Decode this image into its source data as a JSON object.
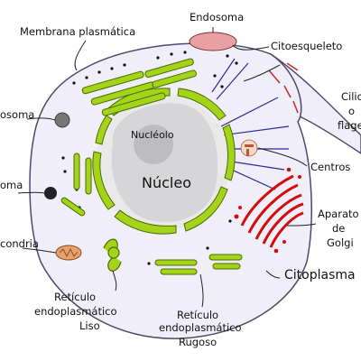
{
  "labels": {
    "membrana": "Membrana plasmática",
    "endosoma": "Endosoma",
    "citoesqueleto": "Citoesqueleto",
    "cilios_1": "Cilios",
    "cilios_2": "o",
    "cilios_3": "flage",
    "lisosoma": "osoma",
    "nucleolo": "Nucléolo",
    "nucleo": "Núcleo",
    "centrosoma": "Centros",
    "peroxisoma": "oma",
    "aparato_1": "Aparato",
    "aparato_2": "de",
    "aparato_3": "Golgi",
    "mitocondria": "condria",
    "citoplasma": "Citoplasma",
    "rel_1": "Retículo",
    "rel_2": "endoplasmático",
    "rel_3": "Liso",
    "rer_1": "Retículo",
    "rer_2": "endoplasmático",
    "rer_3": "Rugoso"
  },
  "colors": {
    "cell_fill": "#f0eef8",
    "cell_stroke": "#4a4a6e",
    "nucleus_fill": "#e9e9ea",
    "nucleolus_fill": "#cfcfd0",
    "er_green": "#a3d41a",
    "er_stroke": "#4d6a00",
    "golgi_red": "#d30c0c",
    "endosome": "#e8a0a0",
    "cytoskeleton": "#2a2a9a",
    "cilia": "#c83030",
    "mitochondria": "#e8a070"
  }
}
